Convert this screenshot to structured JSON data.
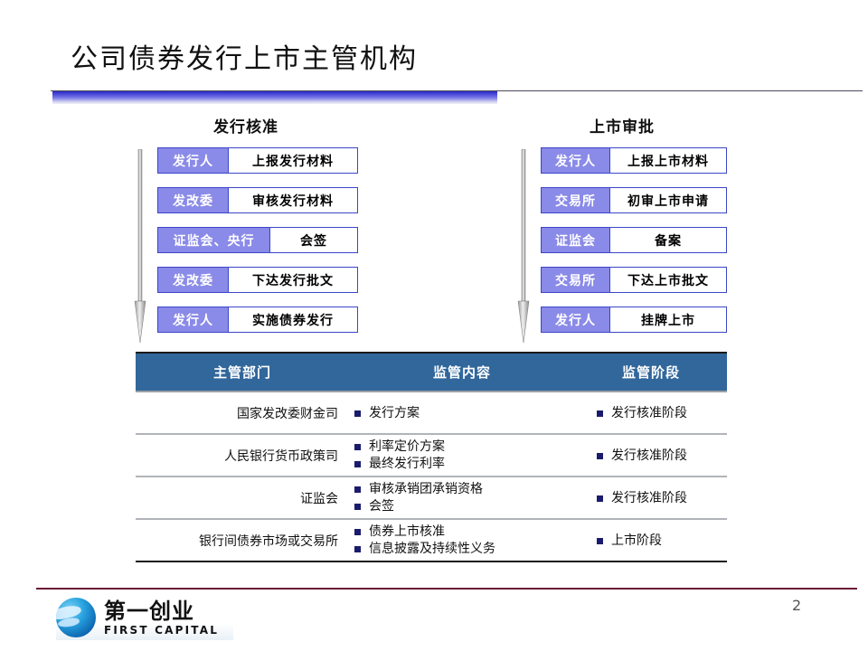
{
  "slide": {
    "title": "公司债券发行上市主管机构",
    "page_number": "2"
  },
  "flows": [
    {
      "heading": "发行核准",
      "rows": [
        {
          "label": "发行人",
          "text": "上报发行材料",
          "wide": false
        },
        {
          "label": "发改委",
          "text": "审核发行材料",
          "wide": false
        },
        {
          "label": "证监会、央行",
          "text": "会签",
          "wide": true
        },
        {
          "label": "发改委",
          "text": "下达发行批文",
          "wide": false
        },
        {
          "label": "发行人",
          "text": "实施债券发行",
          "wide": false
        }
      ]
    },
    {
      "heading": "上市审批",
      "rows": [
        {
          "label": "发行人",
          "text": "上报上市材料",
          "wide": false
        },
        {
          "label": "交易所",
          "text": "初审上市申请",
          "wide": false
        },
        {
          "label": "证监会",
          "text": "备案",
          "wide": false
        },
        {
          "label": "交易所",
          "text": "下达上市批文",
          "wide": false
        },
        {
          "label": "发行人",
          "text": "挂牌上市",
          "wide": false
        }
      ]
    }
  ],
  "table": {
    "headers": [
      "主管部门",
      "监管内容",
      "监管阶段"
    ],
    "rows": [
      {
        "department": "国家发改委财金司",
        "content": [
          "发行方案"
        ],
        "stage": [
          "发行核准阶段"
        ]
      },
      {
        "department": "人民银行货币政策司",
        "content": [
          "利率定价方案",
          "最终发行利率"
        ],
        "stage": [
          "发行核准阶段"
        ]
      },
      {
        "department": "证监会",
        "content": [
          "审核承销团承销资格",
          "会签"
        ],
        "stage": [
          "发行核准阶段"
        ]
      },
      {
        "department": "银行间债券市场或交易所",
        "content": [
          "债券上市核准",
          "信息披露及持续性义务"
        ],
        "stage": [
          "上市阶段"
        ]
      }
    ]
  },
  "footer": {
    "logo_cn": "第一创业",
    "logo_en": "FIRST CAPITAL"
  },
  "colors": {
    "title_bar_start": "#2b2bc0",
    "flow_label_bg": "#8a8ae8",
    "flow_border": "#3b46c8",
    "table_header_bg": "#31679b",
    "bullet": "#1b1b6e",
    "footer_rule": "#6b1434"
  }
}
